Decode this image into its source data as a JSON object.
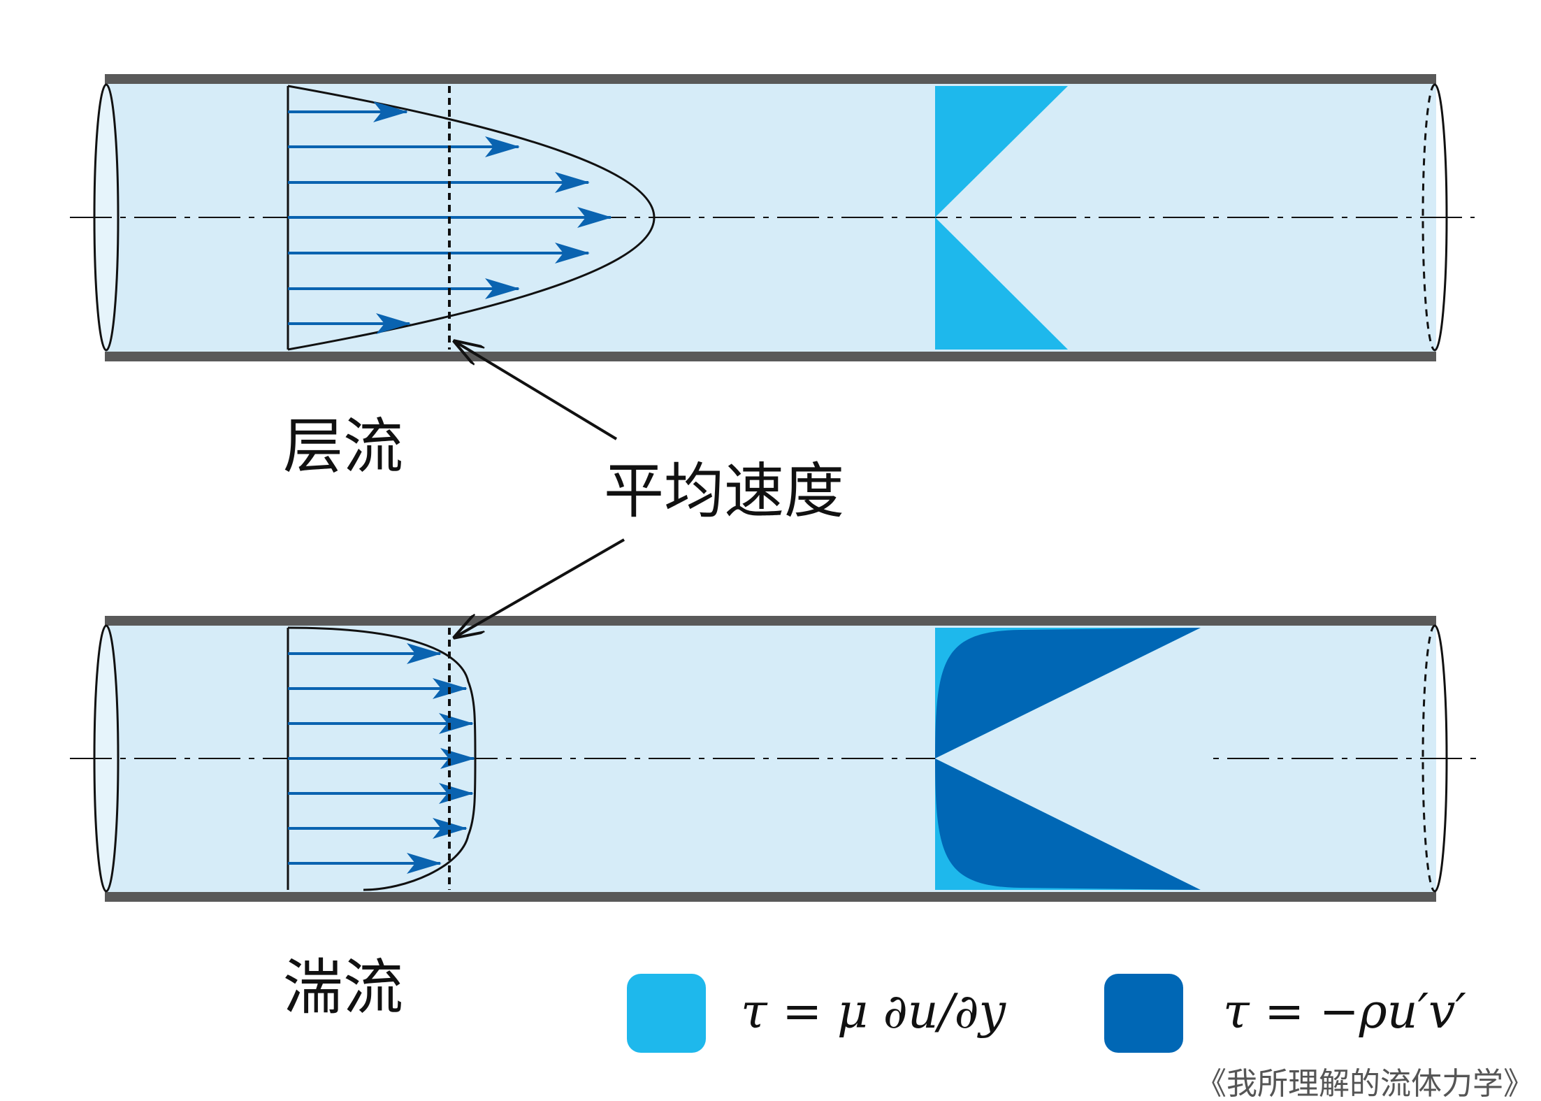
{
  "labels": {
    "laminar": "层流",
    "turbulent": "湍流",
    "mean_velocity": "平均速度"
  },
  "legend": [
    {
      "color": "#1EB8EC",
      "formula": "τ = μ ∂u/∂y"
    },
    {
      "color": "#0067B5",
      "formula": "τ = −ρu′v′"
    }
  ],
  "credit": "《我所理解的流体力学》",
  "colors": {
    "fluid": "#D6ECF8",
    "wall": "#595959",
    "arrow": "#0A63B0",
    "viscous_stress": "#1EB8EC",
    "turbulent_stress": "#0067B5"
  }
}
